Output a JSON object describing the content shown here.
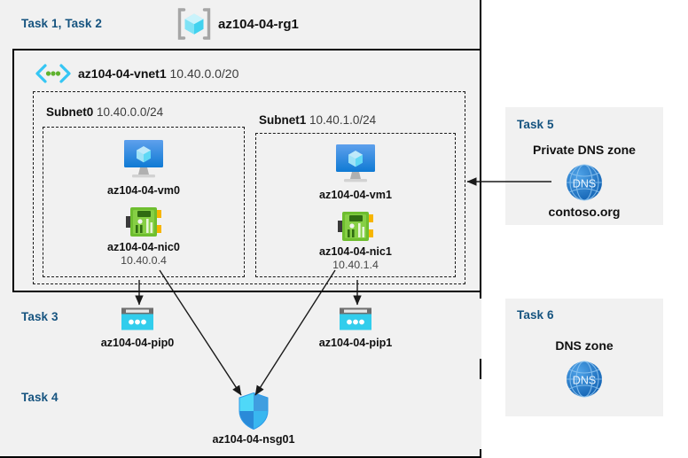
{
  "diagram": {
    "title_resource_group": "az104-04-rg1",
    "vnet": {
      "name": "az104-04-vnet1",
      "cidr": "10.40.0.0/20"
    },
    "tasks": {
      "rg": "Task 1, Task 2",
      "pip": "Task 3",
      "nsg": "Task 4",
      "private_dns": "Task 5",
      "dns": "Task 6"
    },
    "subnets": [
      {
        "name": "Subnet0",
        "cidr": "10.40.0.0/24",
        "vm": "az104-04-vm0",
        "nic": "az104-04-nic0",
        "nic_ip": "10.40.0.4"
      },
      {
        "name": "Subnet1",
        "cidr": "10.40.1.0/24",
        "vm": "az104-04-vm1",
        "nic": "az104-04-nic1",
        "nic_ip": "10.40.1.4"
      }
    ],
    "public_ips": [
      {
        "name": "az104-04-pip0"
      },
      {
        "name": "az104-04-pip1"
      }
    ],
    "nsg": {
      "name": "az104-04-nsg01"
    },
    "private_dns_zone": {
      "heading": "Private DNS zone",
      "icon_text": "DNS",
      "zone": "contoso.org"
    },
    "dns_zone": {
      "heading": "DNS zone",
      "icon_text": "DNS"
    },
    "colors": {
      "task_label": "#15537f",
      "panel_bg": "#f1f1f1",
      "vm_blue": "#1b8cdc",
      "nic_green": "#5fb22d",
      "pip_cyan": "#32cdec",
      "nsg_blue": "#2e9ae8",
      "dns_blue": "#1f7cd0"
    }
  }
}
